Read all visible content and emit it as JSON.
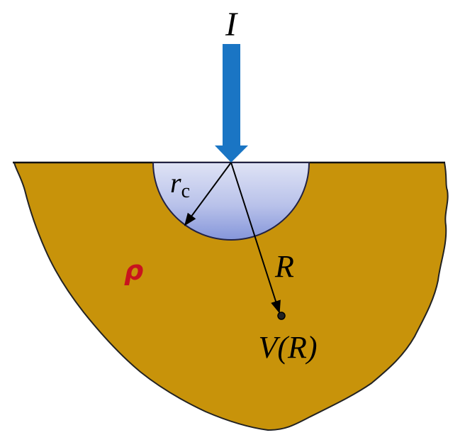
{
  "labels": {
    "current": "I",
    "contact_radius": "r",
    "contact_radius_subscript": "c",
    "distance": "R",
    "potential": "V(R)",
    "resistivity": "ρ"
  },
  "colors": {
    "soil_fill": "#c8930a",
    "outline": "#222222",
    "arrow_blue": "#1a75c4",
    "hemisphere_top": "#dfe3f5",
    "hemisphere_bottom": "#8596da",
    "rho_red": "#c8141e"
  }
}
